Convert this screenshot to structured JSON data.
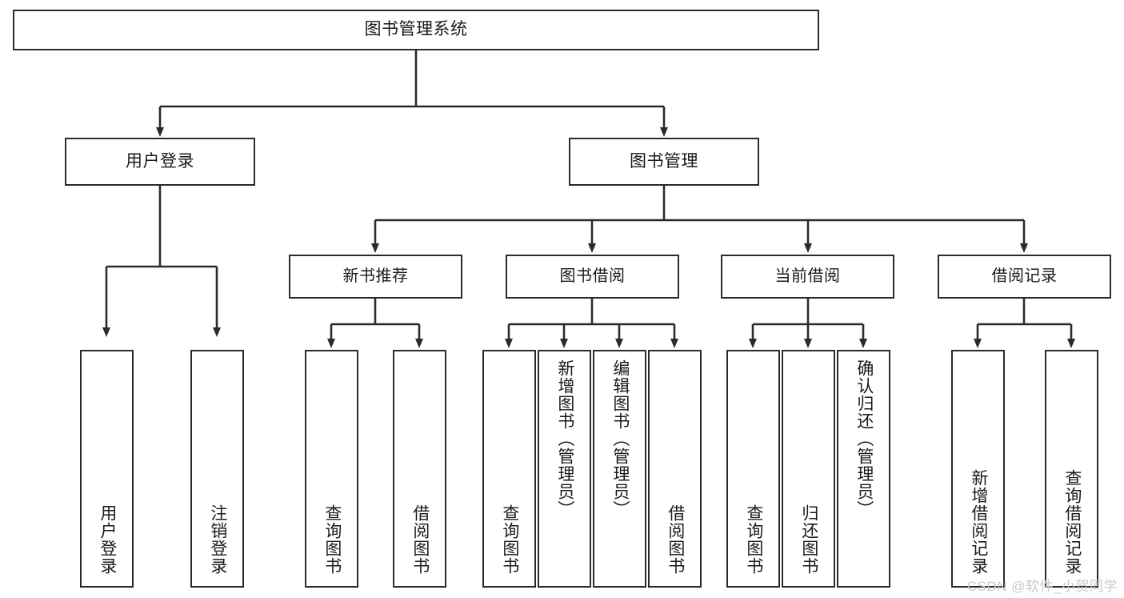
{
  "diagram": {
    "title": "图书管理系统",
    "type": "tree",
    "root": {
      "label": "图书管理系统"
    },
    "level2": [
      {
        "label": "用户登录"
      },
      {
        "label": "图书管理"
      }
    ],
    "level3": [
      {
        "label": "新书推荐"
      },
      {
        "label": "图书借阅"
      },
      {
        "label": "当前借阅"
      },
      {
        "label": "借阅记录"
      }
    ],
    "leaves": [
      {
        "label": "用户登录",
        "parent": "用户登录"
      },
      {
        "label": "注销登录",
        "parent": "用户登录"
      },
      {
        "label": "查询图书",
        "parent": "新书推荐"
      },
      {
        "label": "借阅图书",
        "parent": "新书推荐"
      },
      {
        "label": "查询图书",
        "parent": "图书借阅"
      },
      {
        "label": "新增图书（管理员）",
        "parent": "图书借阅"
      },
      {
        "label": "编辑图书（管理员）",
        "parent": "图书借阅"
      },
      {
        "label": "借阅图书",
        "parent": "图书借阅"
      },
      {
        "label": "查询图书",
        "parent": "当前借阅"
      },
      {
        "label": "归还图书",
        "parent": "当前借阅"
      },
      {
        "label": "确认归还（管理员）",
        "parent": "当前借阅"
      },
      {
        "label": "新增借阅记录",
        "parent": "借阅记录"
      },
      {
        "label": "查询借阅记录",
        "parent": "借阅记录"
      }
    ]
  },
  "watermark": {
    "text": "CSDN @软件_小贺同学"
  },
  "colors": {
    "border": "#2b2b2b",
    "background": "#ffffff",
    "text": "#1a1a1a",
    "watermark": "#c9c9c9"
  }
}
